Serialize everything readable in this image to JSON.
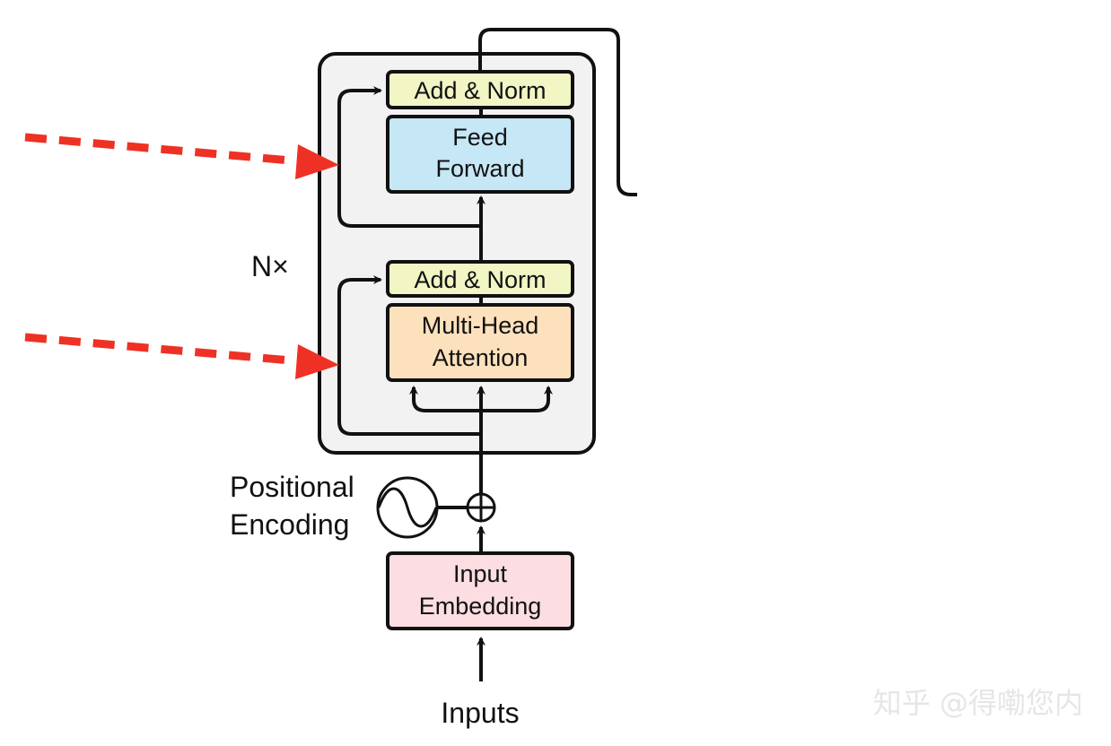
{
  "diagram": {
    "nx_label": "N×",
    "positional_encoding": {
      "line1": "Positional",
      "line2": "Encoding"
    },
    "inputs_label": "Inputs",
    "blocks": {
      "add_norm_top": {
        "line1": "Add & Norm"
      },
      "feed_forward": {
        "line1": "Feed",
        "line2": "Forward"
      },
      "add_norm_bottom": {
        "line1": "Add & Norm"
      },
      "multi_head_attention": {
        "line1": "Multi-Head",
        "line2": "Attention"
      },
      "input_embedding": {
        "line1": "Input",
        "line2": "Embedding"
      }
    },
    "colors": {
      "add_norm": "#f2f5c4",
      "feed_forward": "#c6e7f5",
      "multi_head_attention": "#fde1bd",
      "input_embedding": "#fbdde2",
      "layer_container": "#f2f2f2",
      "highlight_arrow": "#ee3124"
    }
  },
  "watermark": {
    "text": "知乎 @得嘞您内"
  }
}
